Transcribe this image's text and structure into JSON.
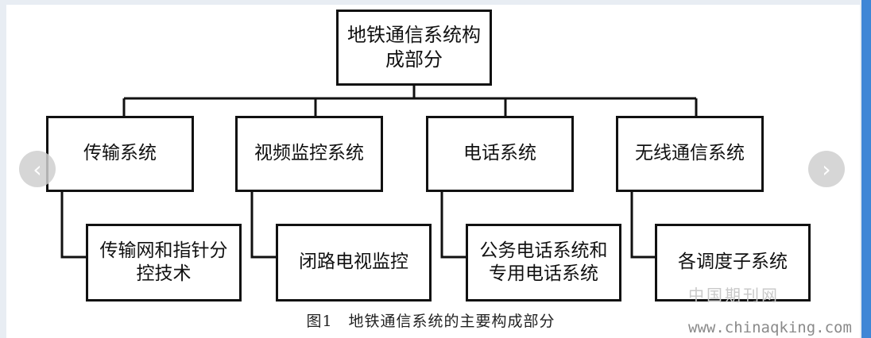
{
  "diagram": {
    "root": "地铁通信系统构成部分",
    "categories": [
      {
        "label": "传输系统",
        "sub": "传输网和指针分控技术"
      },
      {
        "label": "视频监控系统",
        "sub": "闭路电视监控"
      },
      {
        "label": "电话系统",
        "sub": "公务电话系统和专用电话系统"
      },
      {
        "label": "无线通信系统",
        "sub": "各调度子系统"
      }
    ],
    "caption": "图1　地铁通信系统的主要构成部分"
  },
  "carousel": {
    "prev_icon": "chevron-left-icon",
    "next_icon": "chevron-right-icon",
    "prev_glyph": "‹",
    "next_glyph": "›"
  },
  "watermark": {
    "site_name": "中国期刊网",
    "url": "www.chinaqking.com"
  },
  "colors": {
    "line": "#111111",
    "page_bg": "#e8edf3",
    "accent_strip": "#3f86d6"
  }
}
